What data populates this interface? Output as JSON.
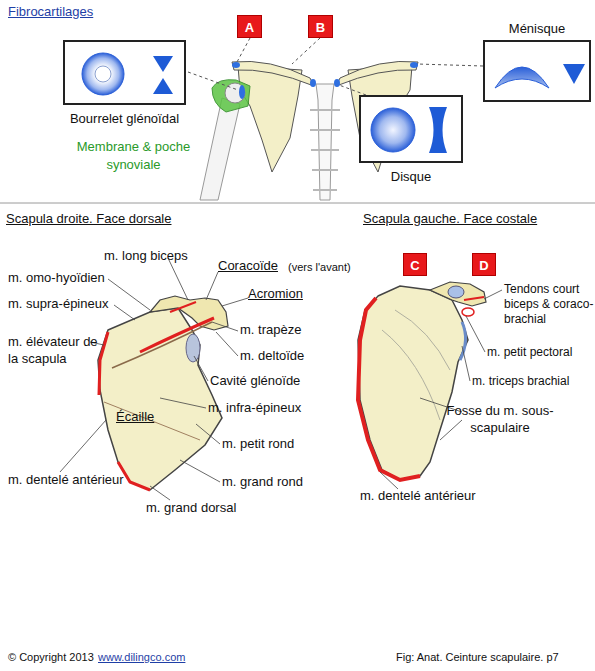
{
  "diagram": {
    "title": "Fibrocartilages",
    "caption": "Fig: Anat. Ceinture scapulaire. p7",
    "nodes": [
      {
        "text": [
          "A"
        ]
      },
      {
        "text": [
          "B"
        ]
      },
      {
        "text": [
          "Ménisque"
        ]
      },
      {
        "text": [
          "Bourrelet glénoïdal"
        ]
      },
      {
        "text": [
          "Disque"
        ]
      },
      {
        "text": [
          "C"
        ]
      },
      {
        "text": [
          "D"
        ]
      }
    ],
    "labels": [
      "Membrane & poche synoviale",
      "Scapula droite. Face dorsale",
      "Scapula gauche. Face costale",
      "m. long biceps",
      "Coracoïde",
      "(vers l'avant)",
      "m. omo-hyoïdien",
      "Acromion",
      "m. supra-épineux",
      "m. trapèze",
      "m. élévateur de la scapula",
      "m. deltoïde",
      "Cavité glénoïde",
      "m. infra-épineux",
      "Écaille",
      "m. petit rond",
      "m. dentelé antérieur",
      "m. grand rond",
      "m. grand dorsal",
      "Tendons court biceps & coraco-brachial",
      "m. petit pectoral",
      "m. triceps brachial",
      "Fosse du m. sous-scapulaire",
      "m. dentelé antérieur",
      "© Copyright 2013",
      "www.dilingco.com"
    ]
  }
}
